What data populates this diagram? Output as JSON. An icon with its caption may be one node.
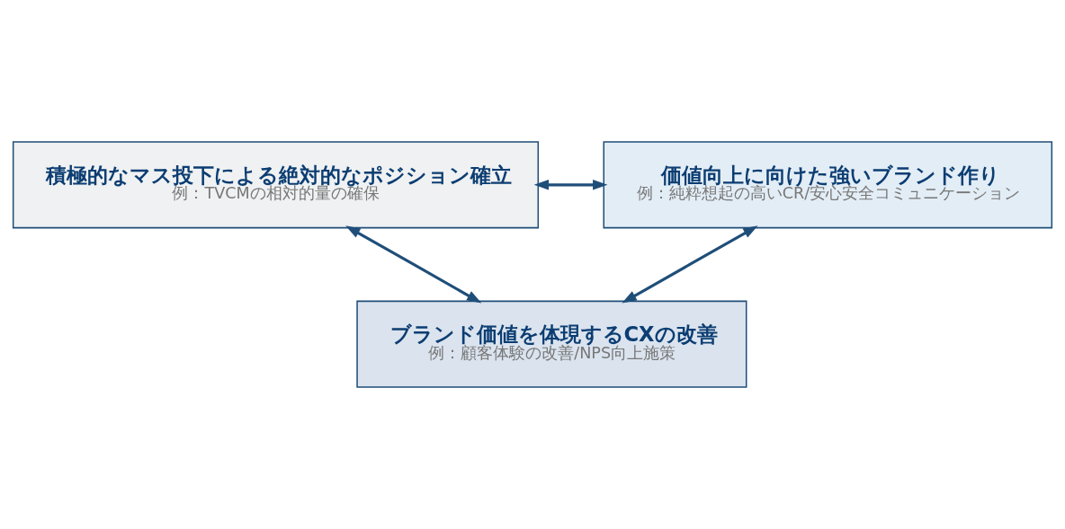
{
  "diagram": {
    "nodes": [
      {
        "text": [
          "積極的なマス投下による絶対的なポジション確立",
          "例：TVCMの相対的量の確保"
        ]
      },
      {
        "text": [
          "価値向上に向けた強いブランド作り",
          "例：純粋想起の高いCR/安心安全コミュニケーション"
        ]
      },
      {
        "text": [
          "ブランド価値を体現するCXの改善",
          "例：顧客体験の改善/NPS向上施策"
        ]
      }
    ],
    "edges": [
      {
        "from": 0,
        "to": 1,
        "arrow": "both"
      },
      {
        "from": 0,
        "to": 2,
        "arrow": "both"
      },
      {
        "from": 1,
        "to": 2,
        "arrow": "both"
      }
    ]
  }
}
